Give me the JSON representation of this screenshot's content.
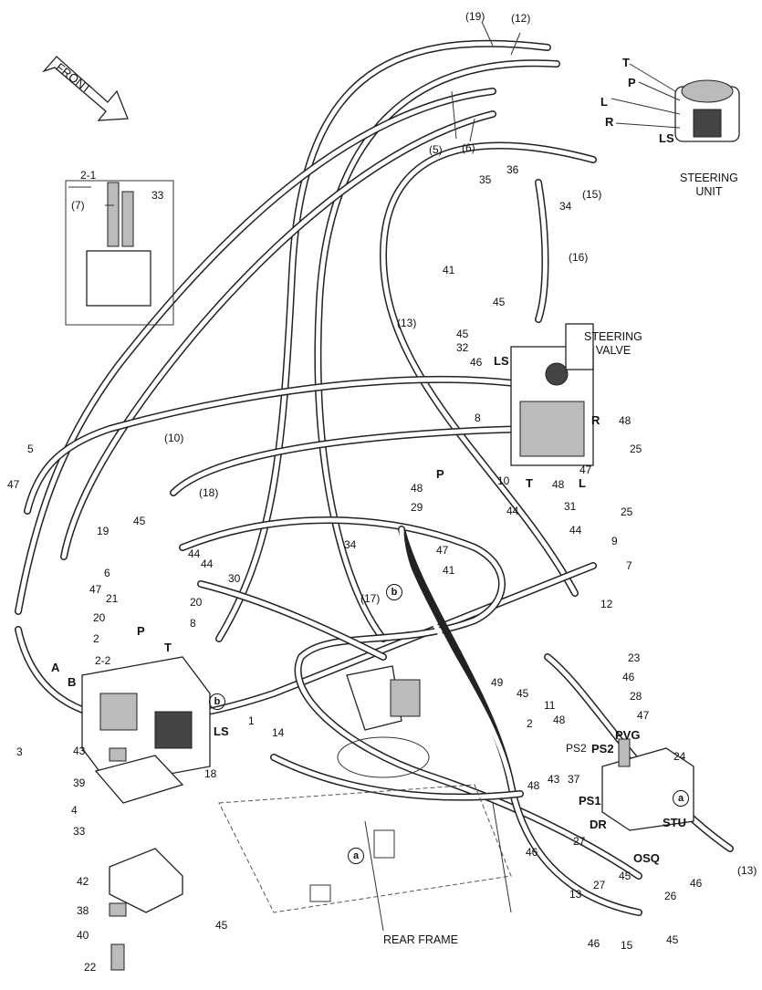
{
  "titles": {
    "front": "FRONT",
    "steering_unit": "STEERING\nUNIT",
    "steering_valve": "STEERING\nVALVE",
    "rear_frame": "REAR FRAME"
  },
  "port_labels": [
    "T",
    "P",
    "L",
    "R",
    "LS",
    "LS",
    "R",
    "P",
    "T",
    "L",
    "P",
    "T",
    "A",
    "B",
    "LS",
    "PVG",
    "PS2",
    "PS1",
    "DR",
    "STU",
    "OSQ"
  ],
  "circle_refs": [
    "a",
    "a",
    "b",
    "b"
  ],
  "callouts": [
    "(19)",
    "(12)",
    "(5)",
    "(6)",
    "(15)",
    "36",
    "35",
    "34",
    "(16)",
    "41",
    "(13)",
    "45",
    "45",
    "32",
    "46",
    "8",
    "48",
    "25",
    "47",
    "(10)",
    "(18)",
    "48",
    "29",
    "10",
    "48",
    "31",
    "25",
    "44",
    "44",
    "47",
    "7",
    "9",
    "12",
    "41",
    "34",
    "(17)",
    "30",
    "44",
    "45",
    "20",
    "21",
    "44",
    "6",
    "8",
    "5",
    "47",
    "19",
    "47",
    "20",
    "2",
    "2-2",
    "2-1",
    "(7)",
    "33",
    "3",
    "43",
    "39",
    "4",
    "33",
    "42",
    "38",
    "40",
    "22",
    "45",
    "1",
    "14",
    "18",
    "49",
    "45",
    "23",
    "46",
    "28",
    "47",
    "48",
    "11",
    "PS2",
    "2",
    "47",
    "24",
    "48",
    "43",
    "37",
    "27",
    "46",
    "45",
    "13",
    "27",
    "46",
    "45",
    "26",
    "15",
    "46",
    "(13)"
  ],
  "colors": {
    "line": "#222222",
    "background": "#ffffff"
  }
}
